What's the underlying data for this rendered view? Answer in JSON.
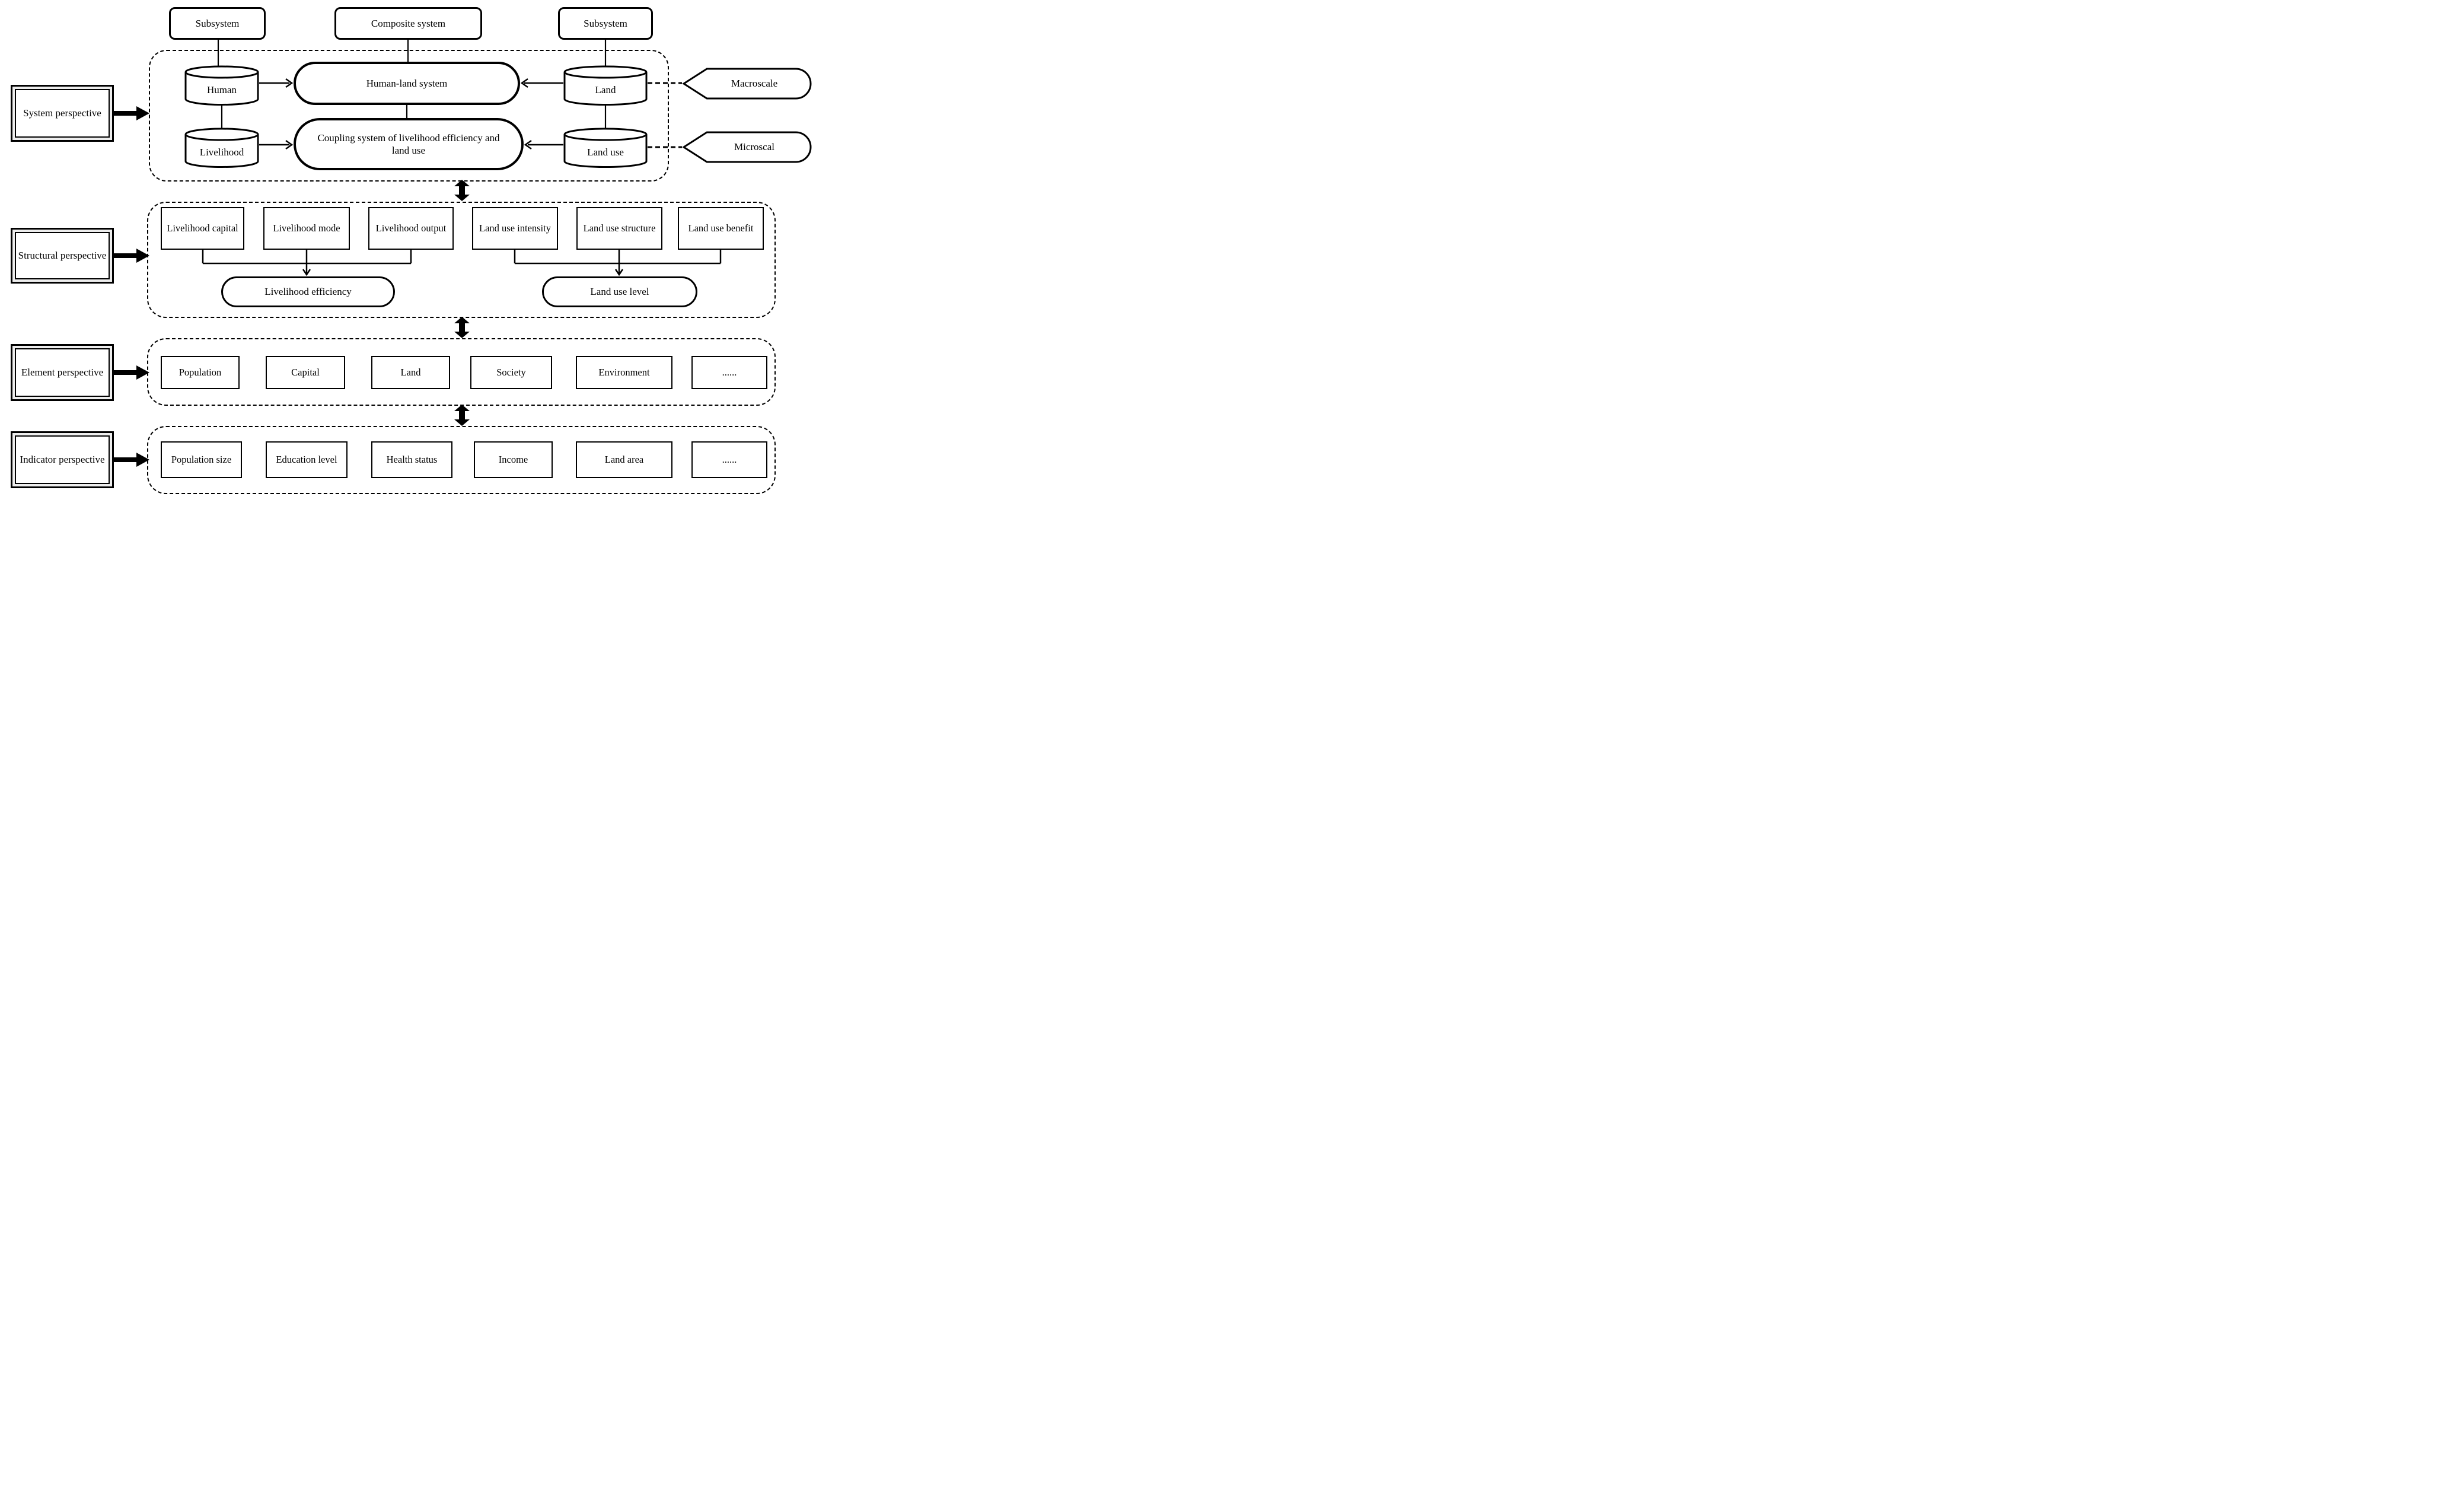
{
  "top_row": {
    "subsystem_left": "Subsystem",
    "composite_system": "Composite system",
    "subsystem_right": "Subsystem"
  },
  "perspectives": {
    "system": "System perspective",
    "structural": "Structural perspective",
    "element": "Element perspective",
    "indicator": "Indicator perspective"
  },
  "system_band": {
    "human": "Human",
    "livelihood": "Livelihood",
    "land": "Land",
    "land_use": "Land use",
    "human_land_system": "Human-land system",
    "coupling_system": "Coupling system of livelihood efficiency and land use",
    "macroscale": "Macroscale",
    "microscale": "Microscal"
  },
  "structural_band": {
    "livelihood_capital": "Livelihood capital",
    "livelihood_mode": "Livelihood mode",
    "livelihood_output": "Livelihood output",
    "land_use_intensity": "Land use intensity",
    "land_use_structure": "Land use structure",
    "land_use_benefit": "Land use benefit",
    "livelihood_efficiency": "Livelihood efficiency",
    "land_use_level": "Land use level"
  },
  "element_band": {
    "population": "Population",
    "capital": "Capital",
    "land": "Land",
    "society": "Society",
    "environment": "Environment",
    "more": "......"
  },
  "indicator_band": {
    "population_size": "Population size",
    "education_level": "Education level",
    "health_status": "Health status",
    "income": "Income",
    "land_area": "Land area",
    "more": "......"
  },
  "colors": {
    "line": "#000000",
    "background": "#ffffff",
    "panel_gap": "#ededed"
  }
}
